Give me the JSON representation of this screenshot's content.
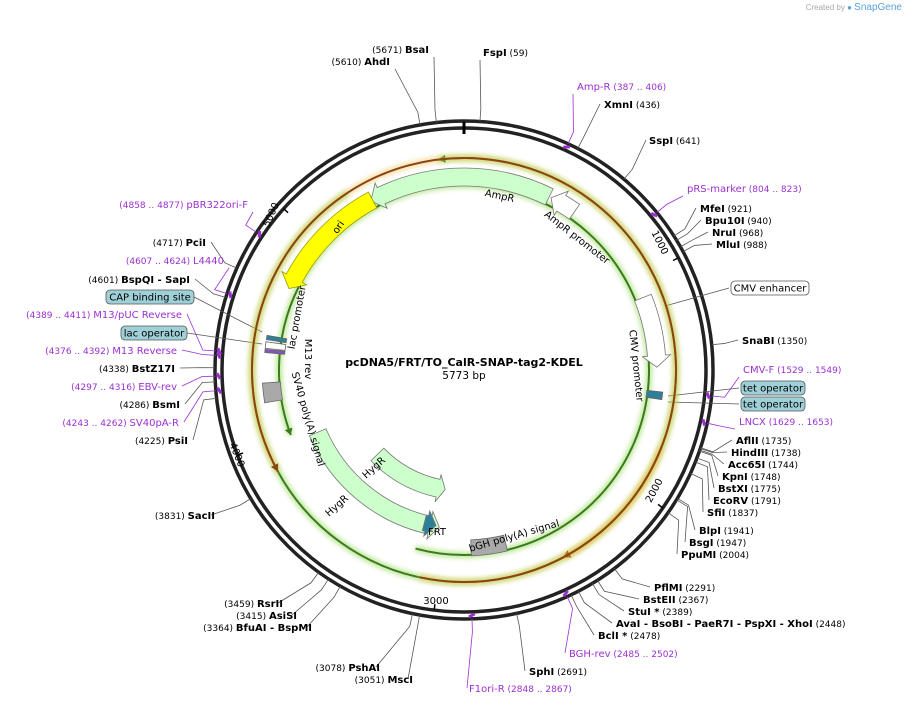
{
  "credit": {
    "prefix": "Created by",
    "brand": "SnapGene"
  },
  "plasmid": {
    "name": "pcDNA5/FRT/TO_CalR-SNAP-tag2-KDEL",
    "size_label": "5773 bp"
  },
  "colors": {
    "primer": "#9b30d1",
    "site": "#000000",
    "ori": "#ffff00",
    "resistance": "#ccffcc",
    "promoter": "#ffffff",
    "terminator": "#a9a9a9",
    "operator": "#2f7f98",
    "feature_box": "#9fd0d8"
  },
  "map": {
    "ticks": [
      {
        "pos": 1000,
        "label": "1000"
      },
      {
        "pos": 2000,
        "label": "2000"
      },
      {
        "pos": 3000,
        "label": "3000"
      },
      {
        "pos": 4000,
        "label": "4000"
      },
      {
        "pos": 5000,
        "label": "5000"
      }
    ],
    "sites": [
      {
        "name": "FspI",
        "num": "(59)"
      },
      {
        "name": "XmnI",
        "num": "(436)"
      },
      {
        "name": "SspI",
        "num": "(641)"
      },
      {
        "name": "MfeI",
        "num": "(921)"
      },
      {
        "name": "Bpu10I",
        "num": "(940)"
      },
      {
        "name": "NruI",
        "num": "(968)"
      },
      {
        "name": "MluI",
        "num": "(988)"
      },
      {
        "name": "SnaBI",
        "num": "(1350)"
      },
      {
        "name": "AflII",
        "num": "(1735)"
      },
      {
        "name": "HindIII",
        "num": "(1738)"
      },
      {
        "name": "Acc65I",
        "num": "(1744)"
      },
      {
        "name": "KpnI",
        "num": "(1748)"
      },
      {
        "name": "BstXI",
        "num": "(1775)"
      },
      {
        "name": "EcoRV",
        "num": "(1791)"
      },
      {
        "name": "SfiI",
        "num": "(1837)"
      },
      {
        "name": "BlpI",
        "num": "(1941)"
      },
      {
        "name": "BsgI",
        "num": "(1947)"
      },
      {
        "name": "PpuMI",
        "num": "(2004)"
      },
      {
        "name": "PflMI",
        "num": "(2291)"
      },
      {
        "name": "BstEII",
        "num": "(2367)"
      },
      {
        "name": "StuI *",
        "num": "(2389)"
      },
      {
        "name": "AvaI  - BsoBI  - PaeR7I  - PspXI  - XhoI",
        "num": "(2448)"
      },
      {
        "name": "BclI *",
        "num": "(2478)"
      },
      {
        "name": "SphI",
        "num": "(2691)"
      },
      {
        "name": "MscI",
        "num": "(3051)"
      },
      {
        "name": "PshAI",
        "num": "(3078)"
      },
      {
        "name": "BfuAI  - BspMI",
        "num": "(3364)"
      },
      {
        "name": "AsiSI",
        "num": "(3415)"
      },
      {
        "name": "RsrII",
        "num": "(3459)"
      },
      {
        "name": "SacII",
        "num": "(3831)"
      },
      {
        "name": "PsiI",
        "num": "(4225)"
      },
      {
        "name": "BsmI",
        "num": "(4286)"
      },
      {
        "name": "BstZ17I",
        "num": "(4338)"
      },
      {
        "name": "BspQI  - SapI",
        "num": "(4601)"
      },
      {
        "name": "PciI",
        "num": "(4717)"
      },
      {
        "name": "AhdI",
        "num": "(5610)"
      },
      {
        "name": "BsaI",
        "num": "(5671)"
      }
    ],
    "primers": [
      {
        "name": "Amp-R",
        "range": "(387 .. 406)"
      },
      {
        "name": "pRS-marker",
        "range": "(804 .. 823)"
      },
      {
        "name": "CMV-F",
        "range": "(1529 .. 1549)"
      },
      {
        "name": "LNCX",
        "range": "(1629 .. 1653)"
      },
      {
        "name": "BGH-rev",
        "range": "(2485 .. 2502)"
      },
      {
        "name": "F1ori-R",
        "range": "(2848 .. 2867)"
      },
      {
        "name": "SV40pA-R",
        "range": "(4243 .. 4262)"
      },
      {
        "name": "EBV-rev",
        "range": "(4297 .. 4316)"
      },
      {
        "name": "M13 Reverse",
        "range": "(4376 .. 4392)"
      },
      {
        "name": "M13/pUC Reverse",
        "range": "(4389 .. 4411)"
      },
      {
        "name": "L4440",
        "range": "(4607 .. 4624)"
      },
      {
        "name": "pBR322ori-F",
        "range": "(4858 .. 4877)"
      }
    ],
    "boxed_features": [
      "CMV enhancer",
      "tet operator",
      "tet operator",
      "CAP binding site",
      "lac operator"
    ],
    "features": [
      "AmpR",
      "AmpR promoter",
      "CMV promoter",
      "bGH poly(A) signal",
      "FRT",
      "HygR",
      "HygR",
      "SV40 poly(A) signal",
      "lac promoter",
      "M13 rev",
      "ori"
    ]
  }
}
